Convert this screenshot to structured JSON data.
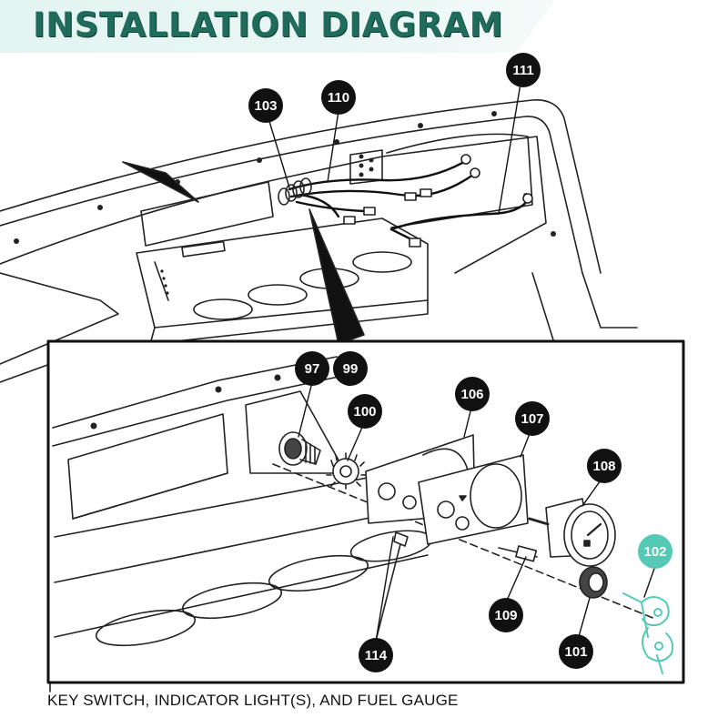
{
  "title": "INSTALLATION DIAGRAM",
  "caption": "KEY SWITCH, INDICATOR LIGHT(S), AND FUEL GAUGE",
  "colors": {
    "title": "#1f6b5c",
    "banner": "#e3f4f0",
    "highlight": "#55c9b5",
    "line": "#222222"
  },
  "callouts": [
    {
      "id": "c103",
      "label": "103",
      "highlight": false
    },
    {
      "id": "c110",
      "label": "110",
      "highlight": false
    },
    {
      "id": "c111",
      "label": "111",
      "highlight": false
    },
    {
      "id": "c97",
      "label": "97",
      "highlight": false
    },
    {
      "id": "c99",
      "label": "99",
      "highlight": false
    },
    {
      "id": "c100",
      "label": "100",
      "highlight": false
    },
    {
      "id": "c106",
      "label": "106",
      "highlight": false
    },
    {
      "id": "c107",
      "label": "107",
      "highlight": false
    },
    {
      "id": "c108",
      "label": "108",
      "highlight": false
    },
    {
      "id": "c102",
      "label": "102",
      "highlight": true
    },
    {
      "id": "c109",
      "label": "109",
      "highlight": false
    },
    {
      "id": "c101",
      "label": "101",
      "highlight": false
    },
    {
      "id": "c114",
      "label": "114",
      "highlight": false
    }
  ]
}
